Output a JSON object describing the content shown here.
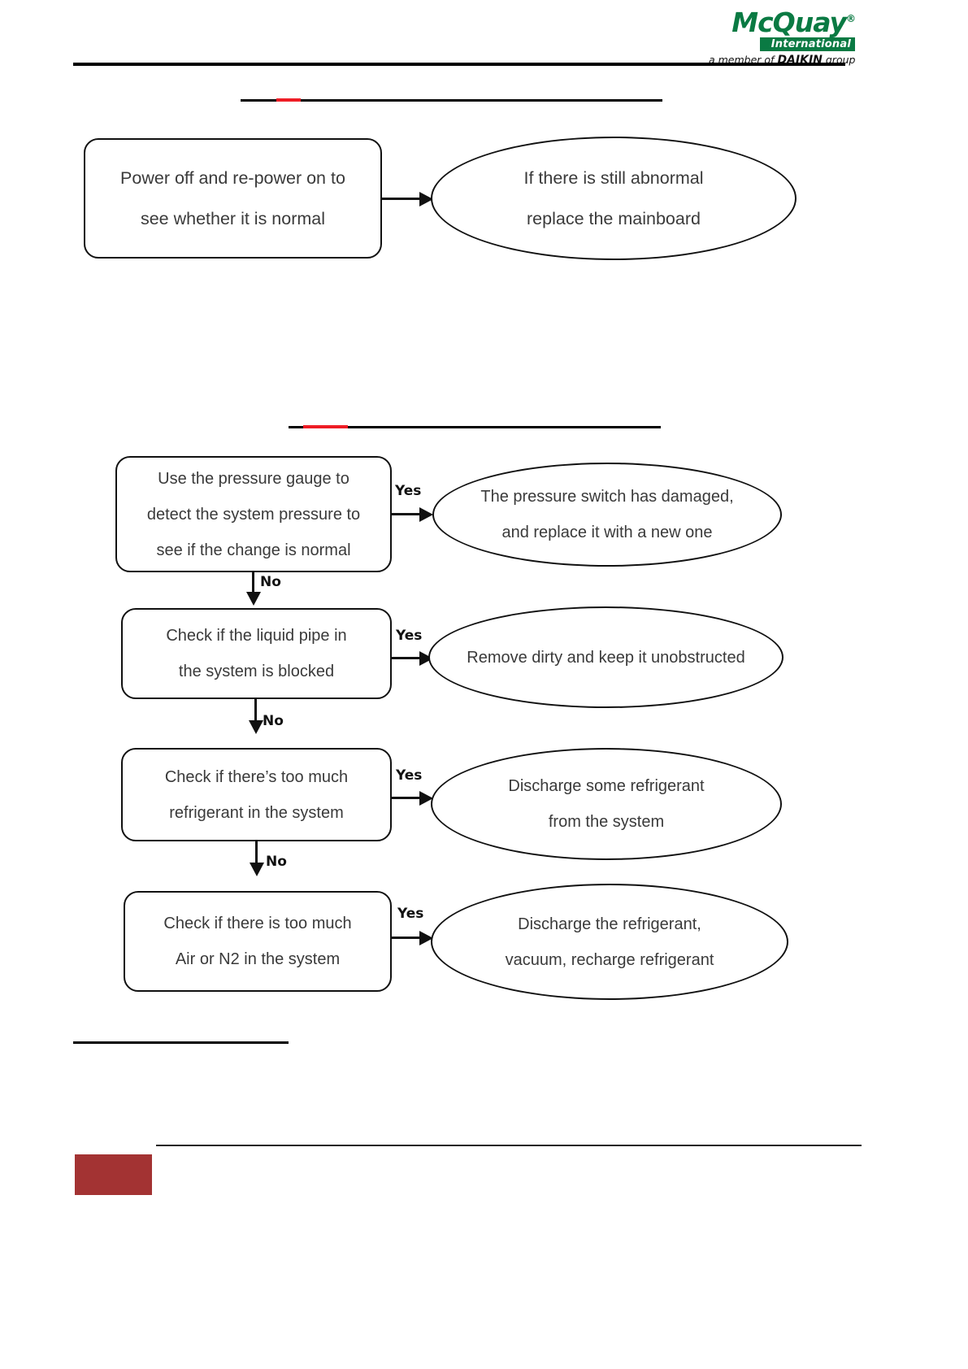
{
  "header": {
    "logo_primary": "McQuay",
    "logo_registered": "®",
    "logo_secondary": "International",
    "logo_tagline_pre": "a member of ",
    "logo_tagline_brand": "DAIKIN",
    "logo_tagline_post": " group",
    "brand_color": "#0a7a43",
    "accent_color": "#ee1c25"
  },
  "flow1": {
    "start": {
      "line1": "Power off and re-power on to",
      "line2": "see whether it is normal"
    },
    "result": {
      "line1": "If there is still abnormal",
      "line2": "replace the mainboard"
    }
  },
  "flow2": {
    "yes_label": "Yes",
    "no_label": "No",
    "steps": [
      {
        "check_line1": "Use the pressure gauge to",
        "check_line2": "detect the system pressure to",
        "check_line3": "see if the change is normal",
        "result_line1": "The pressure switch has damaged,",
        "result_line2": "and replace it with a new one"
      },
      {
        "check_line1": "Check if the liquid pipe in",
        "check_line2": "the system is blocked",
        "check_line3": "",
        "result_line1": "Remove dirty and keep it unobstructed",
        "result_line2": ""
      },
      {
        "check_line1": "Check if there’s too much",
        "check_line2": "refrigerant in the system",
        "check_line3": "",
        "result_line1": "Discharge some refrigerant",
        "result_line2": "from the system"
      },
      {
        "check_line1": "Check if there is too much",
        "check_line2": "Air or N2 in the system",
        "check_line3": "",
        "result_line1": "Discharge the refrigerant,",
        "result_line2": "vacuum, recharge refrigerant"
      }
    ]
  },
  "footer": {
    "block_color": "#a33333"
  }
}
